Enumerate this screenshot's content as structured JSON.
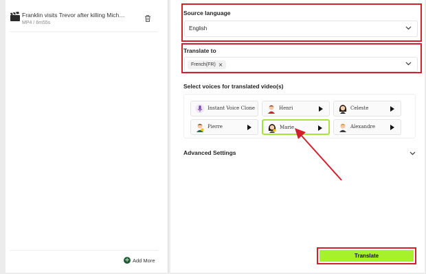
{
  "file": {
    "title": "Franklin visits Trevor after killing Mich…",
    "meta": "MP4 / 6m55s"
  },
  "add_more_label": "Add More",
  "source": {
    "label": "Source language",
    "value": "English"
  },
  "target": {
    "label": "Translate to",
    "chip": "French(FR)",
    "chip_remove": "×"
  },
  "voices": {
    "label": "Select voices for translated video(s)",
    "items": [
      {
        "name": "Instant Voice Clone",
        "avatar": "microphone-icon",
        "playable": false,
        "selected": false
      },
      {
        "name": "Henri",
        "avatar": "avatar-henri",
        "playable": true,
        "selected": false
      },
      {
        "name": "Celeste",
        "avatar": "avatar-celeste",
        "playable": true,
        "selected": false
      },
      {
        "name": "Pierre",
        "avatar": "avatar-pierre",
        "playable": true,
        "selected": false
      },
      {
        "name": "Marie",
        "avatar": "avatar-marie",
        "playable": true,
        "selected": true
      },
      {
        "name": "Alexandre",
        "avatar": "avatar-alexandre",
        "playable": true,
        "selected": false
      }
    ]
  },
  "advanced_label": "Advanced Settings",
  "translate_label": "Translate",
  "colors": {
    "accent": "#a6f02c",
    "highlight": "#d21f2c",
    "selected_border": "#a3e635"
  }
}
